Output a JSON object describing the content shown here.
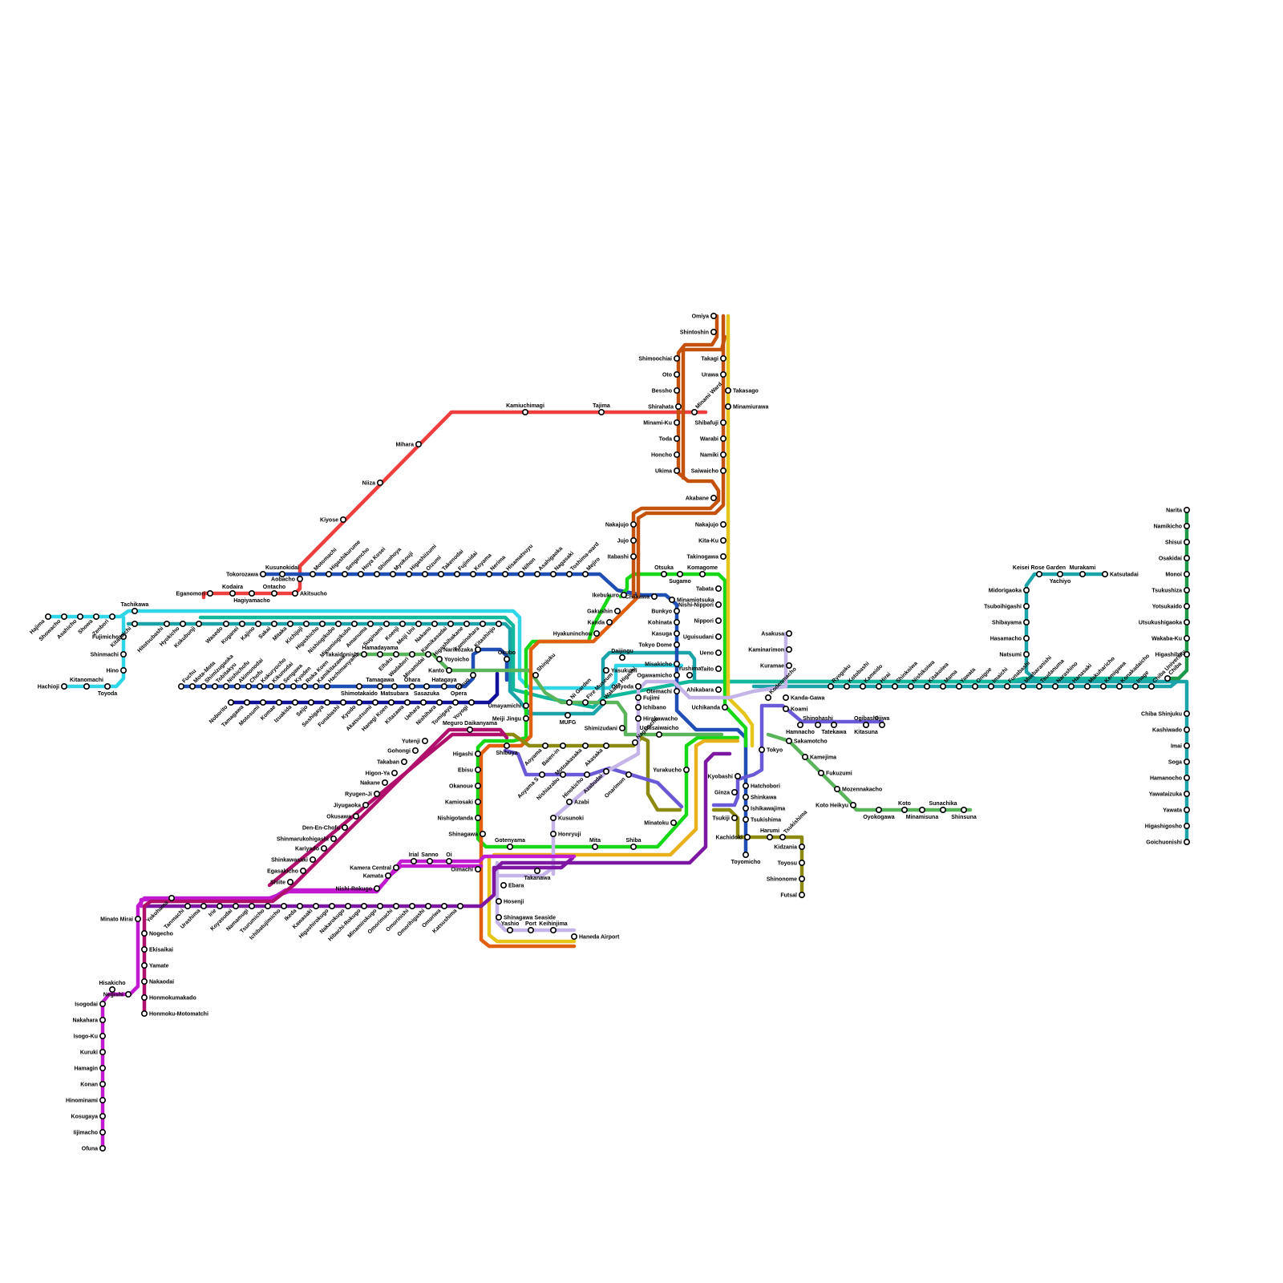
{
  "lines": [
    {
      "id": "red",
      "color": "#ef3e3e"
    },
    {
      "id": "cyan",
      "color": "#2fd6e6"
    },
    {
      "id": "teal-a",
      "color": "#1aa3a8"
    },
    {
      "id": "teal-b",
      "color": "#12b89c"
    },
    {
      "id": "blue",
      "color": "#1f4fb4"
    },
    {
      "id": "navy",
      "color": "#10109a"
    },
    {
      "id": "green-bright",
      "color": "#17d817"
    },
    {
      "id": "green-soft",
      "color": "#5ab55a"
    },
    {
      "id": "green-dark",
      "color": "#1a9a4a"
    },
    {
      "id": "brown",
      "color": "#c4520c"
    },
    {
      "id": "orange",
      "color": "#e06010"
    },
    {
      "id": "yellow",
      "color": "#e6c51a"
    },
    {
      "id": "olive",
      "color": "#8c8a10"
    },
    {
      "id": "magenta",
      "color": "#c21ad0"
    },
    {
      "id": "crimson",
      "color": "#b0106c"
    },
    {
      "id": "purple",
      "color": "#7d17a2"
    },
    {
      "id": "violet",
      "color": "#6a5ad8"
    },
    {
      "id": "lavender",
      "color": "#c4b4e8"
    },
    {
      "id": "gold",
      "color": "#e8b01a"
    }
  ],
  "stations": {
    "omiya": "Omiya",
    "shintoshin": "Shintoshin",
    "takagi": "Takagi",
    "urawa": "Urawa",
    "takasago": "Takasago",
    "minamiurawa": "Minamiurawa",
    "minami_ward": "Minami Ward",
    "shibafuji": "Shibafuji",
    "warabi": "Warabi",
    "namiki": "Namiki",
    "saiwaicho": "Saiwaicho",
    "akabane": "Akabane",
    "nakajujo_e": "Nakajujo",
    "kita_ku": "Kita-Ku",
    "takinogawa": "Takinogawa",
    "komagome": "Komagome",
    "tabata": "Tabata",
    "nishi_nippori": "Nishi-Nippori",
    "nippori": "Nippori",
    "uguisudani": "Uguisudani",
    "ueno": "Ueno",
    "taito": "Taito",
    "yushima": "Yushima",
    "ahikabara": "Ahikabara",
    "uchikanda": "Uchikanda",
    "tokyo": "Tokyo",
    "shimoochiai": "Shimoochiai",
    "oto": "Oto",
    "bessho": "Bessho",
    "shirahata": "Shirahata",
    "minami_ku": "Minami-Ku",
    "toda": "Toda",
    "honcho": "Honcho",
    "ukima": "Ukima",
    "kamiuchimagi": "Kamiuchimagi",
    "tajima": "Tajima",
    "mihara": "Mihara",
    "niiza": "Niiza",
    "kiyose": "Kiyose",
    "kusunokidai": "Kusunokidai",
    "tokorozawa": "Tokorozawa",
    "aobacho": "Aobacho",
    "akitsucho": "Akitsucho",
    "ontacho": "Ontacho",
    "kodaira": "Kodaira",
    "hagiyamacho": "Hagiyamacho",
    "eganomori": "Eganomori",
    "motomachi": "Motomachi",
    "higashikurume": "Higashikurume",
    "sengencho": "Sengencho",
    "hoya_kosei": "Hoya Kosei",
    "shimohoya": "Shimohoya",
    "myokouji": "Myokouji",
    "higashiizumi": "Higashiizumi",
    "oizumi": "Oizumi",
    "takenodai": "Takenodai",
    "fujimidai": "Fujimidai",
    "koyama": "Koyama",
    "nerima": "Nerima",
    "hisamatsuyu": "Hisamatsuyu",
    "nihon": "Nihon",
    "asahigaoka": "Asahigaoka",
    "nagasaki": "Nagasaki",
    "toshima_ward": "Toshima-ward",
    "mejiro": "Mejiro",
    "ikebukuro": "Ikebukuro",
    "nakajujo_w": "Nakajujo",
    "jujo": "Jujo",
    "itabashi": "Itabashi",
    "otsuka": "Otsuka",
    "sugamo": "Sugamo",
    "chiikawa": "Chiikawa",
    "minamiotsuka": "Minamiotsuka",
    "bunkyo": "Bunkyo",
    "kohinata": "Kohinata",
    "kasuga": "Kasuga",
    "tokyo_dome": "Tokyo Dome",
    "misakicho": "Misakicho",
    "ogawamicho": "Ogawamicho",
    "otemachi": "Otemachi",
    "gakushin": "Gakushin",
    "kanda": "Kanda",
    "hyakuninchou": "Hyakuninchou",
    "daijingu": "Daijingu",
    "yasukumi": "Yasukumi",
    "chiyoda": "Chiyoda",
    "fujimi": "Fujimi",
    "ichibano": "Ichibano",
    "hirakawacho": "Hirakawacho",
    "uchisaiwaicho": "Uchisaiwaicho",
    "shimizudani": "Shimizudani",
    "mufg": "MUFG",
    "hajima": "Hajima",
    "showacho": "Showacho",
    "asahicho": "Asahicho",
    "showa": "Showa",
    "zenbori": "Zenbori",
    "fujimicho": "Fujimicho",
    "shinmachi": "Shinmachi",
    "hino": "Hino",
    "toyoda": "Toyoda",
    "kitanomachi": "Kitanomachi",
    "hachioji": "Hachioji",
    "tachikawa": "Tachikawa",
    "kitadaichi": "Kitadaichi",
    "hitotsubashi": "Hitotsubashi",
    "hyokicho": "Hyokicho",
    "kokubunji": "Kokubunji",
    "wasedo": "Wasedo",
    "koganei": "Koganei",
    "kajino": "Kajino",
    "sakai": "Sakai",
    "mitaka": "Mitaka",
    "kichijoji": "Kichijoji",
    "higashicho": "Higashicho",
    "nishiogikubo": "Nishiogikubo",
    "minamiogikubo": "Minamiogikubo",
    "amanuma": "Amanuma",
    "suginami": "Suginami",
    "koenji": "Koenji",
    "meiji_uni": "Meiji Uni",
    "nakano": "Nakano",
    "kamikasadai": "Kamikasadai",
    "higashihakane": "Higashihakane",
    "kaminohara": "Kaminohara",
    "kitashinjo": "Kitashinjo",
    "takaidonishi": "Takaidonishi",
    "hamadayama": "Hamadayama",
    "eifuku": "Eifuku",
    "wadabori": "Wadabori",
    "minamidai": "Minamidai",
    "yoyoicho": "Yoyoicho",
    "kanto": "Kanto",
    "narikozaka": "Narikozaka",
    "okubo": "Okubo",
    "chuo": "Chuo",
    "shinjuku": "Shinjuku",
    "fuchu": "Fuchu",
    "mota_mota": "Mota-Mota",
    "shimizugaoka": "Shimizugaoka",
    "tobitakyu": "Tobitakyu",
    "nishichofu": "Nishichofu",
    "akimonodai": "Akimonodai",
    "chofu": "Chofu",
    "kokuryocho": "Kokuryocho",
    "kikunodai": "Kikunodai",
    "sengawa": "Sengawa",
    "kyoden": "Kyoden",
    "roka_koen": "Roka Koen",
    "kamikitazawa": "Kamikitazawa",
    "hachimanyama": "Hachimanyama",
    "tamagawa": "Tamagawa",
    "ohara": "Ohara",
    "hatagaya": "Hatagaya",
    "shimotakaido": "Shimotakaido",
    "matsubara": "Matsubara",
    "sasazuka": "Sasazuka",
    "opera": "Opera",
    "noborito": "Noborito",
    "tamagawa2": "Tamagawa",
    "motosumi": "Motosumi",
    "komae": "Komae",
    "izuakida": "Izuakida",
    "seijo": "Seijo",
    "soshigaya": "Soshigaya",
    "funabashi_w": "Funabashi",
    "kyodo": "Kyodo",
    "akatsutsumi": "Akatsutsumi",
    "hanegi_koen": "Hanegi Koen",
    "kitazawa": "Kitazawa",
    "uehara": "Uehara",
    "nishihara": "Nishihara",
    "tomigaya": "Tomigaya",
    "yoyogi": "Yoyogi",
    "umayamichi": "Umayamichi",
    "meiji_jingu": "Meiji Jingu",
    "meguro_daikanyama": "Meguro Daikanyama",
    "shibuya": "Shibuya",
    "aoyama": "Aoyama",
    "baien_in": "Baien-in",
    "motoakasaka": "Motoakasaka",
    "akasaka": "Akasaka",
    "nagatacho": "Nagatacho",
    "aoyama_s": "Aoyama S",
    "nishiazabu": "Nishiazabu",
    "hinokicho": "Hinokicho",
    "azabudai": "Azabudai",
    "azabi": "Azabi",
    "onarimon": "Onarimon",
    "ni_garden": "Ni Garden",
    "fire_museum": "Fire Museum",
    "wakaba_higashi": "Wakaba Higashi",
    "higashi": "Higashi",
    "ebisu": "Ebisu",
    "okanoue": "Okanoue",
    "kamiosaki": "Kamiosaki",
    "nishigotanda": "Nishigotanda",
    "shinagawa": "Shinagawa",
    "gotenyama": "Gotenyama",
    "mita": "Mita",
    "shiba": "Shiba",
    "takanawa": "Takanawa",
    "kusunoki": "Kusunoki",
    "honryuji": "Honryuji",
    "minatoku": "Minatoku",
    "yurakucho": "Yurakucho",
    "kyobashi": "Kyobashi",
    "ginza": "Ginza",
    "tsukiji": "Tsukiji",
    "kachidoki": "Kachidoki",
    "harumi": "Harumi",
    "tsukishima": "Tsukishima",
    "hatchobori": "Hatchobori",
    "shinkawa": "Shinkawa",
    "ishikawajima": "Ishikawajima",
    "tsukishima2": "Tsukishima",
    "toyomicho": "Toyomicho",
    "kidzania": "Kidzania",
    "toyosu": "Toyosu",
    "shinonome": "Shinonome",
    "futsal": "Futsal",
    "oimachi": "Oimachi",
    "oi": "Oi",
    "sanno": "Sanno",
    "irial": "Irial",
    "kamera_central": "Kamera Central",
    "kamata": "Kamata",
    "nishi_rokugo": "Nishi-Rokugo",
    "ebara": "Ebara",
    "hosenji": "Hosenji",
    "shinagawa_seaside": "Shinagawa Seaside",
    "yashio": "Yashio",
    "port": "Port",
    "keihinjima": "Keihinjima",
    "haneda_airport": "Haneda Airport",
    "yutenji": "Yutenji",
    "gohongi": "Gohongi",
    "takaban": "Takaban",
    "higon_ya": "Higon-Ya",
    "nakane": "Nakane",
    "ryugen_ji": "Ryugen-Ji",
    "jiyugaoka": "Jiyugaoka",
    "okusawa": "Okusawa",
    "den_en_chofu": "Den-En-Chofu",
    "shinmarukohigashi": "Shinmarukohigashi",
    "kariyado": "Kariyado",
    "shinkawasaki": "Shinkawasaki",
    "egasakicho": "Egasakicho",
    "shiite": "Shiite",
    "minato_mirai": "Minato Mirai",
    "yokohama": "Yokohama",
    "tanmachi": "Tanmachi",
    "urashima": "Urashima",
    "irie": "Irie",
    "koyasudai": "Koyasudai",
    "namamugi": "Namamugi",
    "tsurumicho": "Tsurumicho",
    "ichibatujimicho": "Ichibatujimicho",
    "ikeda": "Ikeda",
    "kawasaki": "Kawasaki",
    "higashirokugo": "Higashirokugo",
    "nakarokugo": "Nakarokugo",
    "hibachi_rokugo": "Hibachi-Rokugo",
    "minamirokugo": "Minamirokugo",
    "omorimachi": "Omorimachi",
    "omorinishi": "Omorinishi",
    "omorihigashi": "Omorihigashi",
    "omoriwa": "Omoriwa",
    "katsushima": "Katsushima",
    "nogecho": "Nogecho",
    "ekisaikai": "Ekisaikai",
    "yamate": "Yamate",
    "nakaodai": "Nakaodai",
    "honmokumakado": "Honmokumakado",
    "honmoku_motomachi": "Honmoku-Motomatchi",
    "negishi": "Negishi",
    "hisakicho": "Hisakicho",
    "isogodai": "Isogodai",
    "nakahara": "Nakahara",
    "isogo_ku": "Isogo-Ku",
    "kuruki": "Kuruki",
    "hamagin": "Hamagin",
    "konan": "Konan",
    "hinominami": "Hinominami",
    "kosugaya": "Kosugaya",
    "iijimacho": "Iijimacho",
    "ofuna": "Ofuna",
    "asakusa": "Asakusa",
    "kaminarimon": "Kaminarimon",
    "kuramae": "Kuramae",
    "kanda_gawa": "Kanda-Gawa",
    "koami": "Koami",
    "kodenmacho": "Kodenmacho",
    "hamnacho": "Hamnacho",
    "shinohashi": "Shinohashi",
    "tatekawa": "Tatekawa",
    "ogibashi": "Ogibashi",
    "kitasuna": "Kitasuna",
    "ojiwa": "Ojiwa",
    "sakamotcho": "Sakamotcho",
    "kamejima": "Kamejima",
    "fukuzumi": "Fukuzumi",
    "mozennakacho": "Mozennakacho",
    "koto_heikyu": "Koto Heikyu",
    "oyokogawa": "Oyokogawa",
    "koto": "Koto",
    "minamisuna": "Minamisuna",
    "sunachika": "Sunachika",
    "shinsuna": "Shinsuna",
    "ryogoku": "Ryogoku",
    "kotobashi": "Kotobashi",
    "kameido": "Kameido",
    "hirai": "Hirai",
    "shinkoiwa": "Shinkoiwa",
    "nishikoiwa": "Nishikoiwa",
    "kitakoiwa": "Kitakoiwa",
    "mama": "Mama",
    "yawata": "Yawata",
    "onigoe": "Onigoe",
    "imaichi": "Imaichi",
    "funabashi": "Funabashi",
    "maebaranishi": "Maebaranishi",
    "tsudanuma": "Tsudanuma",
    "narashino": "Narashino",
    "hanasaki": "Hanasaki",
    "makuharicho": "Makuharicho",
    "kemigawa": "Kemigawa",
    "konakadaicho": "Konakadaicho",
    "inage": "Inage",
    "chiba_university": "Chiba University",
    "chiba": "Chiba",
    "keisei_rose_garden": "Keisei Rose Garden",
    "yachiyo": "Yachiyo",
    "murakami": "Murakami",
    "katsutadai": "Katsutadai",
    "midorigaoka": "Midorigaoka",
    "tsuboihigashi": "Tsuboihigashi",
    "shibayama": "Shibayama",
    "hasamacho": "Hasamacho",
    "natsumi": "Natsumi",
    "narita": "Narita",
    "namikicho": "Namikicho",
    "shisui": "Shisui",
    "osakidai": "Osakidai",
    "monoi": "Monoi",
    "tsukushiza": "Tsukushiza",
    "yotsukaido": "Yotsukaido",
    "utsukushigaoka": "Utsukushigaoka",
    "wakaba_ku": "Wakaba-Ku",
    "higashiba": "Higashiba",
    "chiba_shinjuku": "Chiba Shinjuku",
    "kashiwado": "Kashiwado",
    "imai": "Imai",
    "soga": "Soga",
    "hamanocho": "Hamanocho",
    "yawataizuka": "Yawataizuka",
    "yawata2": "Yawata",
    "higashigosho": "Higashigosho",
    "goichuonishi": "Goichuonishi"
  }
}
